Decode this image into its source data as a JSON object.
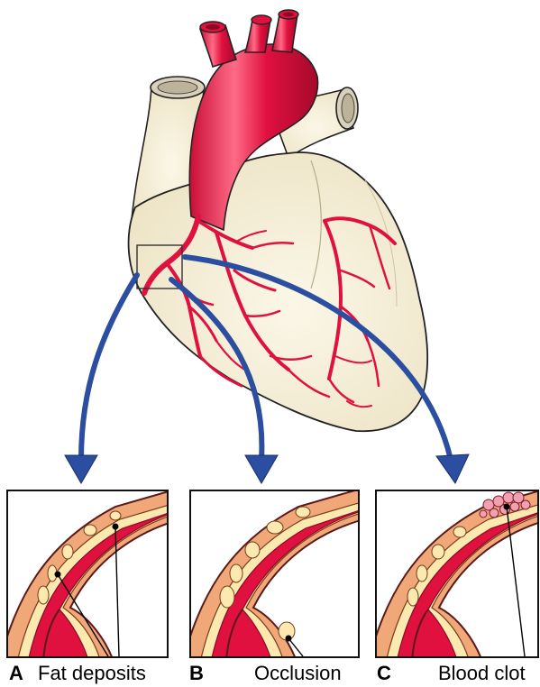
{
  "panels": [
    {
      "letter": "A",
      "label": "Fat deposits"
    },
    {
      "letter": "B",
      "label": "Occlusion"
    },
    {
      "letter": "C",
      "label": "Blood clot"
    }
  ],
  "colors": {
    "artery_red": "#e0103f",
    "artery_dark": "#a50a2b",
    "heart_fill": "#f7f1dc",
    "vessel_wall": "#f0a878",
    "plaque": "#fbe9b0",
    "arrow_blue": "#2b4ea0",
    "clot": "#f0a0b0"
  }
}
